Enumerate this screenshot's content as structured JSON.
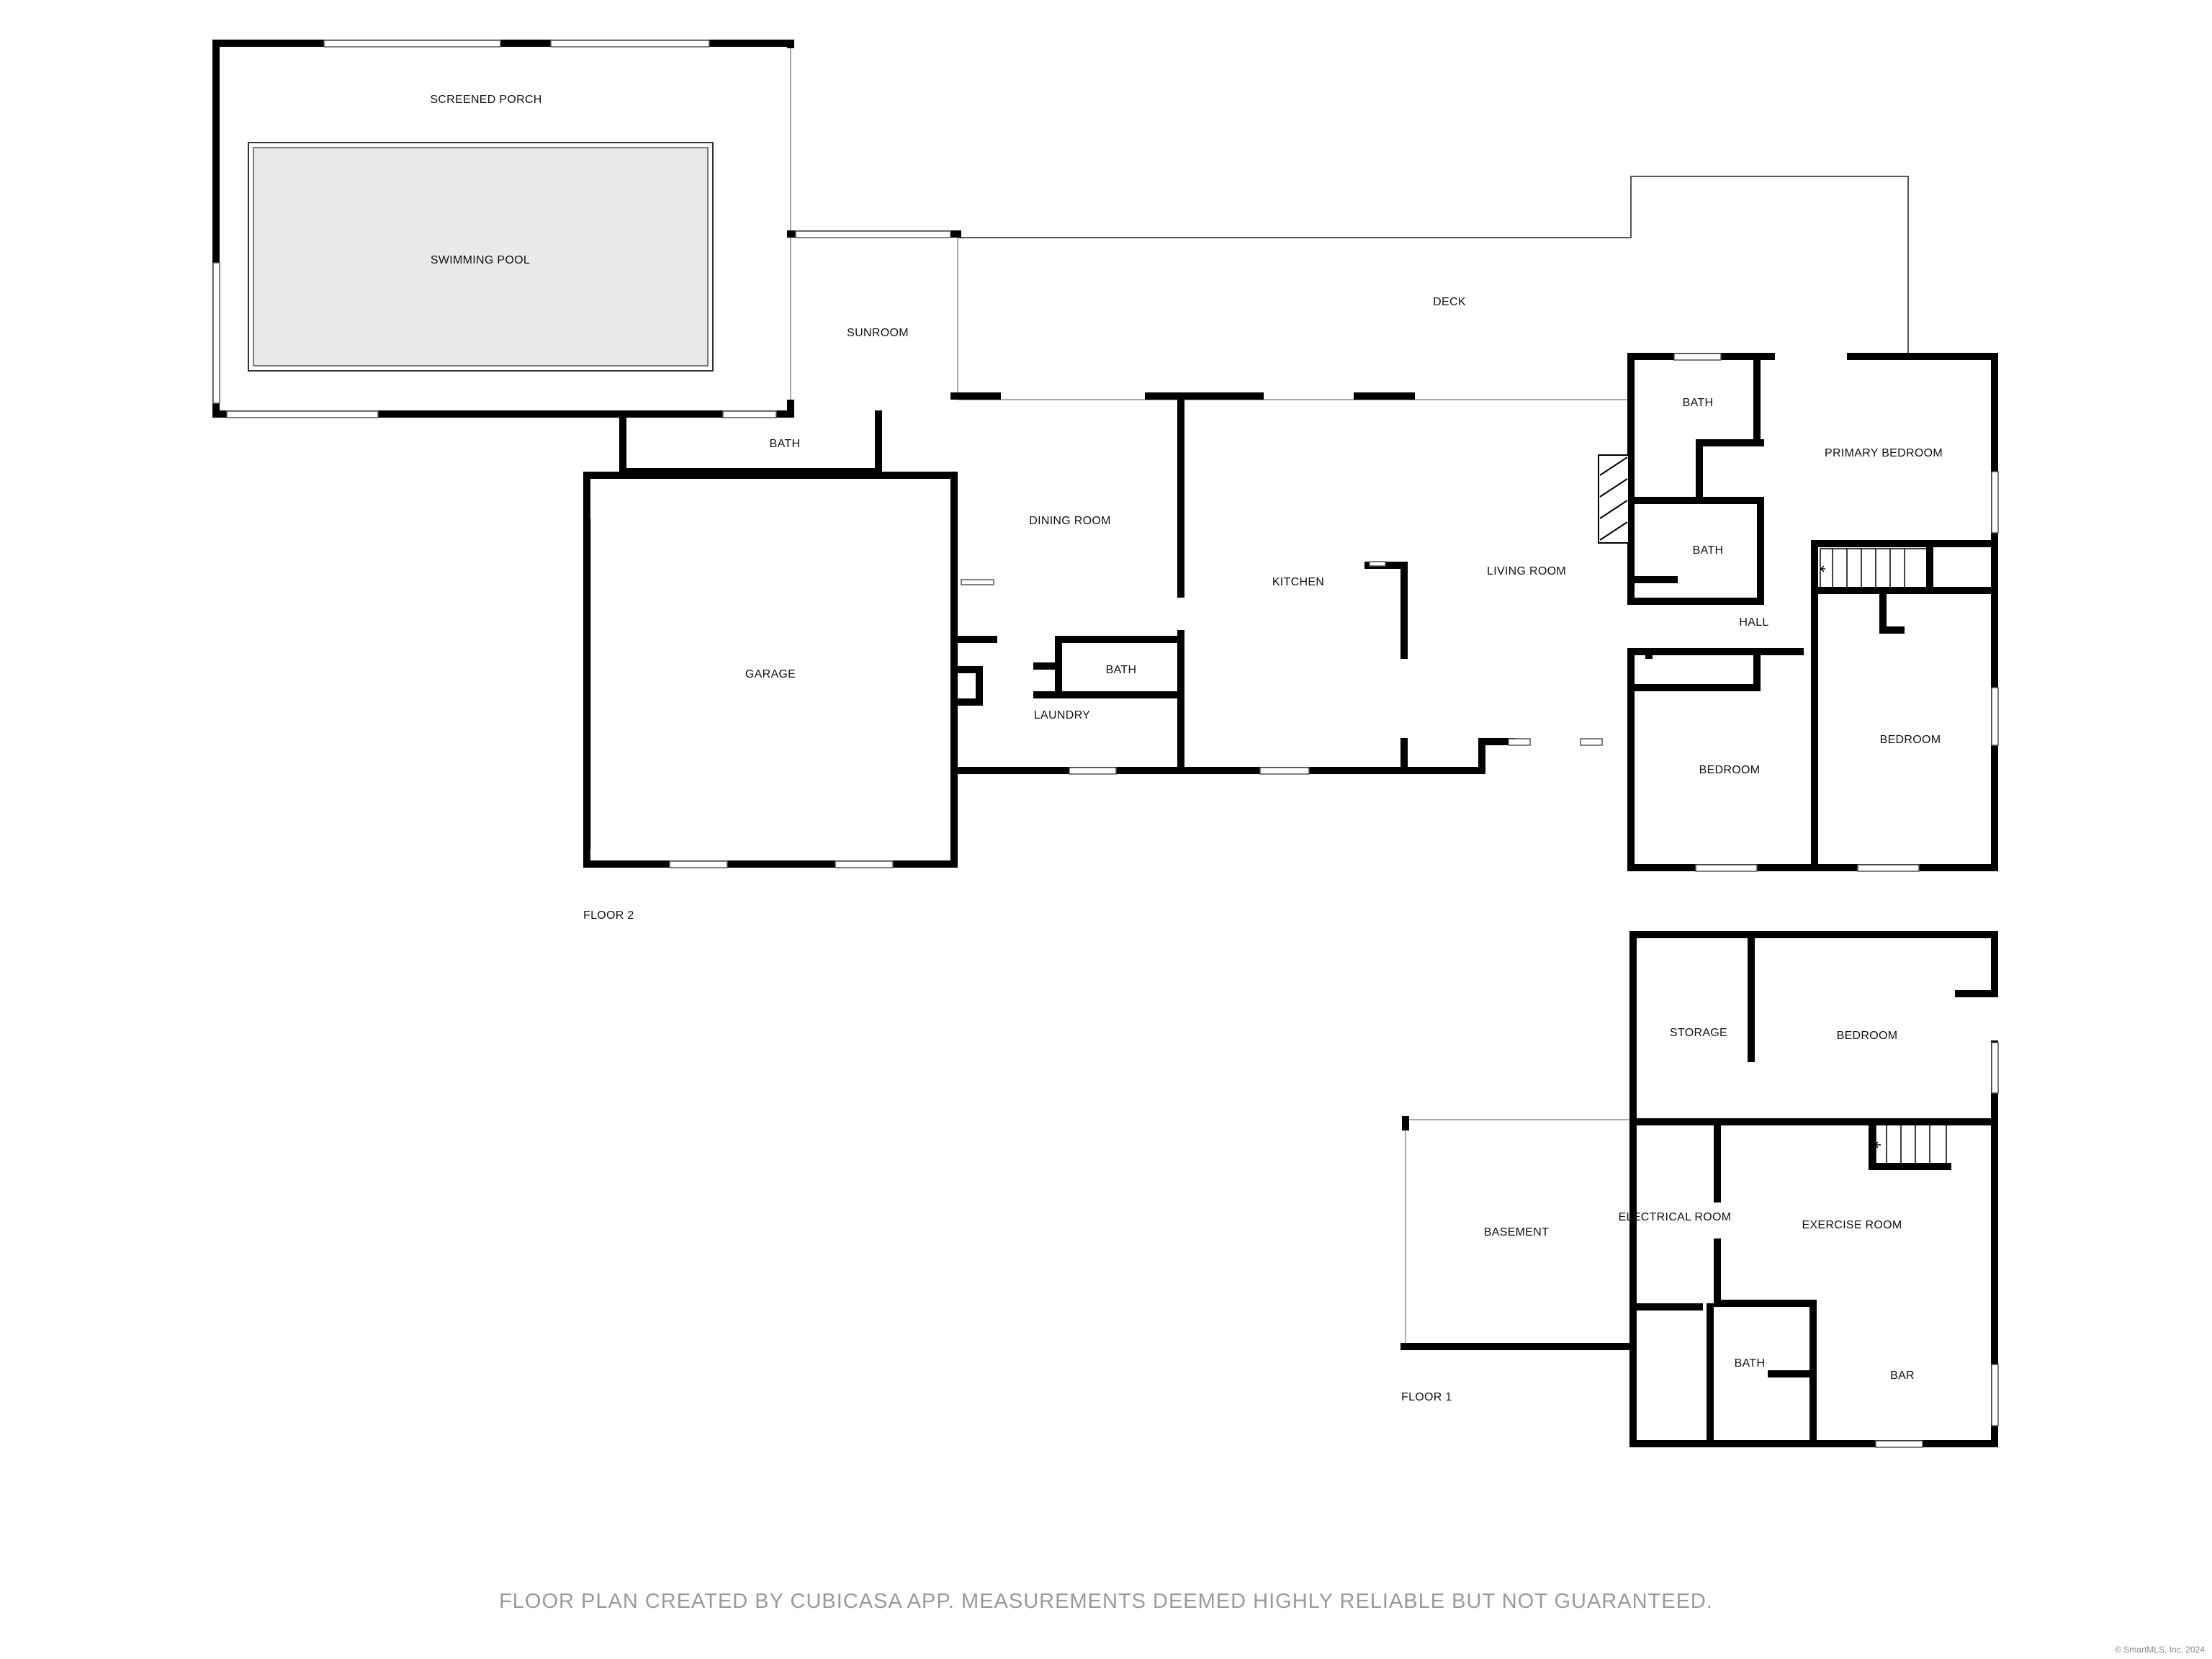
{
  "rooms": {
    "screened_porch": "SCREENED PORCH",
    "swimming_pool": "SWIMMING POOL",
    "sunroom": "SUNROOM",
    "deck": "DECK",
    "bath_upper_left": "BATH",
    "primary_bedroom": "PRIMARY BEDROOM",
    "bath_primary": "BATH",
    "bath_hall": "BATH",
    "dining_room": "DINING ROOM",
    "kitchen": "KITCHEN",
    "living_room": "LIVING ROOM",
    "hall": "HALL",
    "garage": "GARAGE",
    "bath_laundry": "BATH",
    "laundry": "LAUNDRY",
    "bedroom_a": "BEDROOM",
    "bedroom_b": "BEDROOM",
    "storage": "STORAGE",
    "bedroom_lower": "BEDROOM",
    "basement": "BASEMENT",
    "electrical_room": "ELECTRICAL ROOM",
    "exercise_room": "EXERCISE ROOM",
    "bath_lower": "BATH",
    "bar": "BAR"
  },
  "floors": {
    "floor2": "FLOOR 2",
    "floor1": "FLOOR 1"
  },
  "footer": "FLOOR PLAN CREATED BY CUBICASA APP. MEASUREMENTS DEEMED HIGHLY RELIABLE BUT NOT GUARANTEED.",
  "credit": "© SmartMLS, Inc. 2024",
  "colors": {
    "wall": "#000000",
    "pool_fill": "#e9e9e9",
    "footer_text": "#9a9a9a"
  }
}
